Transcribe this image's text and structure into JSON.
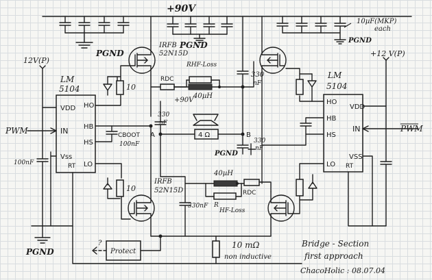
{
  "rails": {
    "v90_top": "+90V",
    "v90_mid": "+90V",
    "v12_left": "12V(P)",
    "v12_right": "+12 V(P)"
  },
  "grounds": {
    "pgnd_left_top": "PGND",
    "pgnd_mid_top": "PGND",
    "pgnd_right_top": "PGND",
    "pgnd_bottom_left": "PGND",
    "pgnd_center": "PGND"
  },
  "notes": {
    "mkp_caps": "10µF(MKP)",
    "mkp_each": "each"
  },
  "left_driver": {
    "name_line1": "LM",
    "name_line2": "5104",
    "pins": {
      "vdd": "VDD",
      "ho": "HO",
      "in": "IN",
      "hb": "HB",
      "hs": "HS",
      "vss": "Vss",
      "rt": "RT",
      "lo": "LO"
    },
    "input": "PWM",
    "cap_label": "100nF",
    "cboot": "CBOOT",
    "cboot_val": "100nF",
    "res_top": "10",
    "res_bot": "10"
  },
  "right_driver": {
    "name_line1": "LM",
    "name_line2": "5104",
    "pins": {
      "vdd": "VDD",
      "ho": "HO",
      "in": "IN",
      "hb": "HB",
      "hs": "HS",
      "vss": "VSS",
      "rt": "RT",
      "lo": "LO"
    },
    "input": "PWM"
  },
  "mosfets": {
    "tl_line1": "IRFB",
    "tl_line2": "52N15D",
    "bl_line1": "IRFB",
    "bl_line2": "52N15D"
  },
  "filter_top": {
    "rdc": "RDC",
    "rhf": "RHF-Loss",
    "ind": "40µH",
    "cap": "330",
    "cap_unit": "nF"
  },
  "filter_bot": {
    "ind": "40µH",
    "rdc": "RDC",
    "cap": "330nF",
    "rhf_r": "R",
    "rhf": "HF-Loss"
  },
  "load": {
    "speaker": "4 Ω",
    "node_a": "A",
    "node_b": "B",
    "cap_l": "330",
    "cap_l_unit": "nF",
    "cap_r": "330",
    "cap_r_unit": "nF"
  },
  "sense": {
    "resistor": "10 mΩ",
    "note": "non inductive"
  },
  "protect": {
    "label": "Protect",
    "q": "?"
  },
  "title": {
    "line1": "Bridge - Section",
    "line2": "first approach",
    "line3": "ChacoHolic : 08.07.04"
  }
}
